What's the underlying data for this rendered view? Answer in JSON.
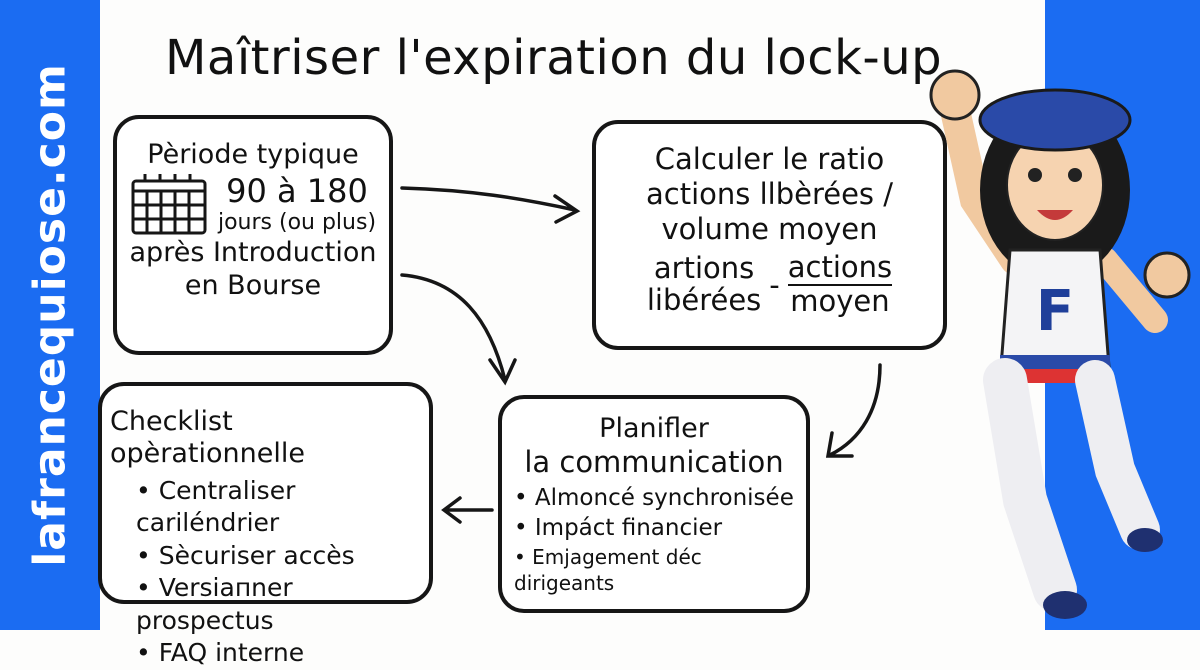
{
  "brand": {
    "site": "lafrancequiose.com",
    "color": "#1b6cf2"
  },
  "title": "Maîtriser l'expiration du lock-up",
  "boxes": {
    "period": {
      "title": "Pèriode typique",
      "icon": "calendar-icon",
      "range": "90 à 180",
      "unit": "jours (ou plus)",
      "after1": "après Introduction",
      "after2": "en Bourse"
    },
    "ratio": {
      "line1": "Calculer le ratio",
      "line2": "actions llbèrées /",
      "line3": "volume moyen",
      "frac_left_top": "artions",
      "frac_left_bottom": "libérées",
      "frac_sep": "-",
      "frac_right_top": "actions",
      "frac_right_bottom": "moyen"
    },
    "checklist": {
      "title": "Checklist opèrationnelle",
      "items": [
        "Centraliser cariléndrier",
        "Sècuriser accès",
        "Versiaпner prospectus",
        "FAQ interne"
      ]
    },
    "communication": {
      "title1": "Planifler",
      "title2": "la communication",
      "items": [
        "Almoncé synchronisée",
        "Impáct financier",
        "Emjagement déc dirigeants"
      ]
    }
  },
  "mascot": {
    "shirt_letter": "F"
  }
}
